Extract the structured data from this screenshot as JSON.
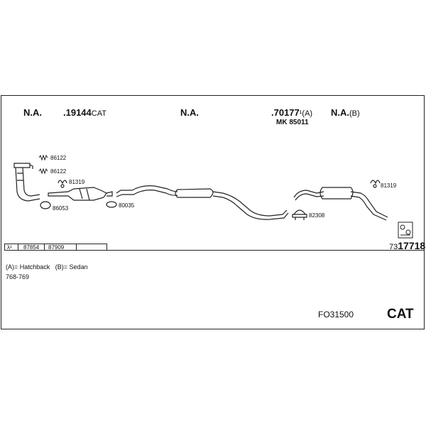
{
  "headers": {
    "na1": "N.A.",
    "cat_prefix": ".19144",
    "cat_suffix": "CAT",
    "na2": "N.A.",
    "muffler_prefix": ".70177",
    "muffler_note": "¹(A)",
    "na3_prefix": "N.A.",
    "na3_suffix": "(B)",
    "mk": "MK 85011"
  },
  "parts": {
    "p86122a": "86122",
    "p86122b": "86122",
    "p81319a": "81319",
    "p86053": "86053",
    "p80035": "80035",
    "p82308": "82308",
    "p81319b": "81319"
  },
  "lambda_row": {
    "symbol": "λ¹",
    "c1": "87854",
    "c2": "87909"
  },
  "rear_part": {
    "prefix": "73",
    "main": "17718"
  },
  "legend": {
    "hatchback": "(A)= Hatchback",
    "sedan": "(B)= Sedan",
    "range": "768-769"
  },
  "footer": {
    "code": "FO31500",
    "type": "CAT"
  }
}
